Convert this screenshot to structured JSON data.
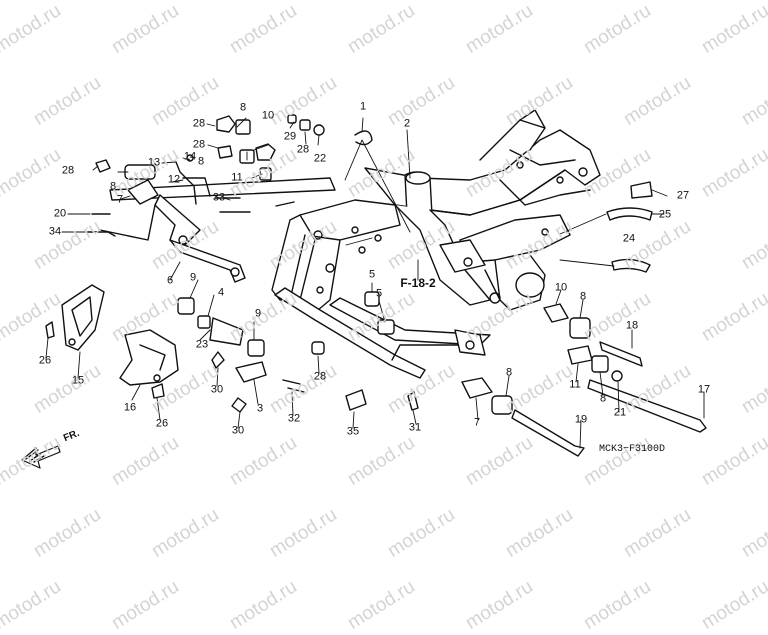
{
  "watermark": "motod.ru",
  "diagram_code": "MCK3−F3100D",
  "front_label": "FR.",
  "ref_label": "F-18-2",
  "callouts": [
    {
      "id": "1",
      "label": "1"
    },
    {
      "id": "2",
      "label": "2"
    },
    {
      "id": "28a",
      "label": "28"
    },
    {
      "id": "8a",
      "label": "8"
    },
    {
      "id": "10a",
      "label": "10"
    },
    {
      "id": "28b",
      "label": "28"
    },
    {
      "id": "29",
      "label": "29"
    },
    {
      "id": "28c",
      "label": "28"
    },
    {
      "id": "8b",
      "label": "8"
    },
    {
      "id": "22",
      "label": "22"
    },
    {
      "id": "28d",
      "label": "28"
    },
    {
      "id": "13",
      "label": "13"
    },
    {
      "id": "14",
      "label": "14"
    },
    {
      "id": "8c",
      "label": "8"
    },
    {
      "id": "12",
      "label": "12"
    },
    {
      "id": "11a",
      "label": "11"
    },
    {
      "id": "7a",
      "label": "7"
    },
    {
      "id": "33",
      "label": "33"
    },
    {
      "id": "20",
      "label": "20"
    },
    {
      "id": "34",
      "label": "34"
    },
    {
      "id": "6",
      "label": "6"
    },
    {
      "id": "27",
      "label": "27"
    },
    {
      "id": "25",
      "label": "25"
    },
    {
      "id": "24",
      "label": "24"
    },
    {
      "id": "5a",
      "label": "5"
    },
    {
      "id": "5b",
      "label": "5"
    },
    {
      "id": "9a",
      "label": "9"
    },
    {
      "id": "4",
      "label": "4"
    },
    {
      "id": "23",
      "label": "23"
    },
    {
      "id": "9b",
      "label": "9"
    },
    {
      "id": "26a",
      "label": "26"
    },
    {
      "id": "15",
      "label": "15"
    },
    {
      "id": "16",
      "label": "16"
    },
    {
      "id": "26b",
      "label": "26"
    },
    {
      "id": "30a",
      "label": "30"
    },
    {
      "id": "3",
      "label": "3"
    },
    {
      "id": "30b",
      "label": "30"
    },
    {
      "id": "32",
      "label": "32"
    },
    {
      "id": "28e",
      "label": "28"
    },
    {
      "id": "35",
      "label": "35"
    },
    {
      "id": "31",
      "label": "31"
    },
    {
      "id": "10b",
      "label": "10"
    },
    {
      "id": "8d",
      "label": "8"
    },
    {
      "id": "18",
      "label": "18"
    },
    {
      "id": "11b",
      "label": "11"
    },
    {
      "id": "8e",
      "label": "8"
    },
    {
      "id": "21",
      "label": "21"
    },
    {
      "id": "7b",
      "label": "7"
    },
    {
      "id": "8f",
      "label": "8"
    },
    {
      "id": "17",
      "label": "17"
    },
    {
      "id": "19",
      "label": "19"
    }
  ]
}
